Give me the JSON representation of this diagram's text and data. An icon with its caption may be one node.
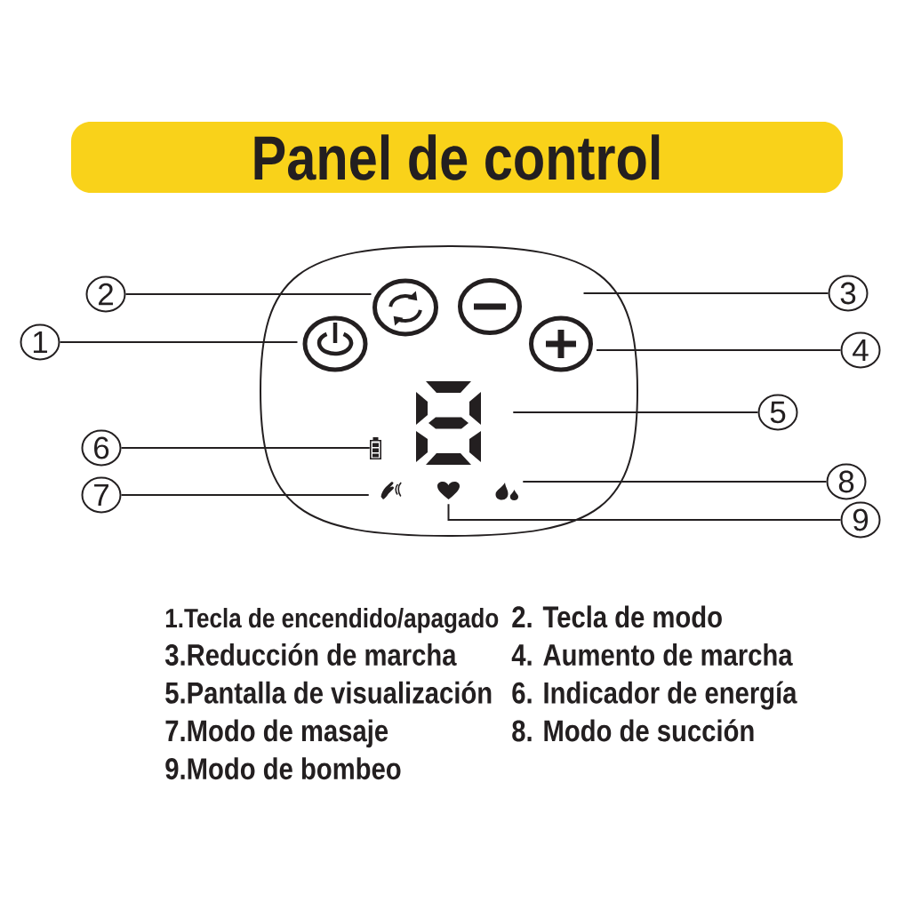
{
  "diagram": {
    "title": "Panel de control",
    "nodes": [
      {
        "text": [
          "1"
        ]
      },
      {
        "text": [
          "2"
        ]
      },
      {
        "text": [
          "3"
        ]
      },
      {
        "text": [
          "4"
        ]
      },
      {
        "text": [
          "5"
        ]
      },
      {
        "text": [
          "6"
        ]
      },
      {
        "text": [
          "7"
        ]
      },
      {
        "text": [
          "8"
        ]
      },
      {
        "text": [
          "9"
        ]
      },
      {
        "text": [],
        "shape": "circle"
      },
      {
        "text": [],
        "shape": "circle"
      },
      {
        "text": [],
        "shape": "circle"
      },
      {
        "text": [],
        "shape": "circle"
      },
      {
        "text": [],
        "shape": "picture"
      },
      {
        "text": [],
        "shape": "picture"
      },
      {
        "text": [],
        "shape": "picture"
      },
      {
        "text": [],
        "shape": "picture"
      },
      {
        "text": [],
        "shape": "picture"
      }
    ],
    "edges": [
      {
        "from": 0,
        "to": 9,
        "arrow": "none"
      },
      {
        "from": 1,
        "to": 10,
        "arrow": "none"
      },
      {
        "from": 2,
        "to": null,
        "arrow": "none"
      },
      {
        "from": 3,
        "to": 12,
        "arrow": "none"
      },
      {
        "from": 4,
        "to": 13,
        "arrow": "none"
      },
      {
        "from": 5,
        "to": 14,
        "arrow": "none"
      },
      {
        "from": 6,
        "to": 15,
        "arrow": "none"
      },
      {
        "from": 7,
        "to": 17,
        "arrow": "none"
      },
      {
        "from": 8,
        "to": 16,
        "arrow": "none"
      }
    ],
    "labels": [
      "1.Tecla de encendido/apagado",
      "2. Tecla de modo",
      "3.Reducción de marcha",
      "4. Aumento de marcha",
      "5.Pantalla de visualización",
      "6. Indicador de energía",
      "7.Modo de masaje",
      "8. Modo de succión",
      "9.Modo de bombeo"
    ]
  }
}
